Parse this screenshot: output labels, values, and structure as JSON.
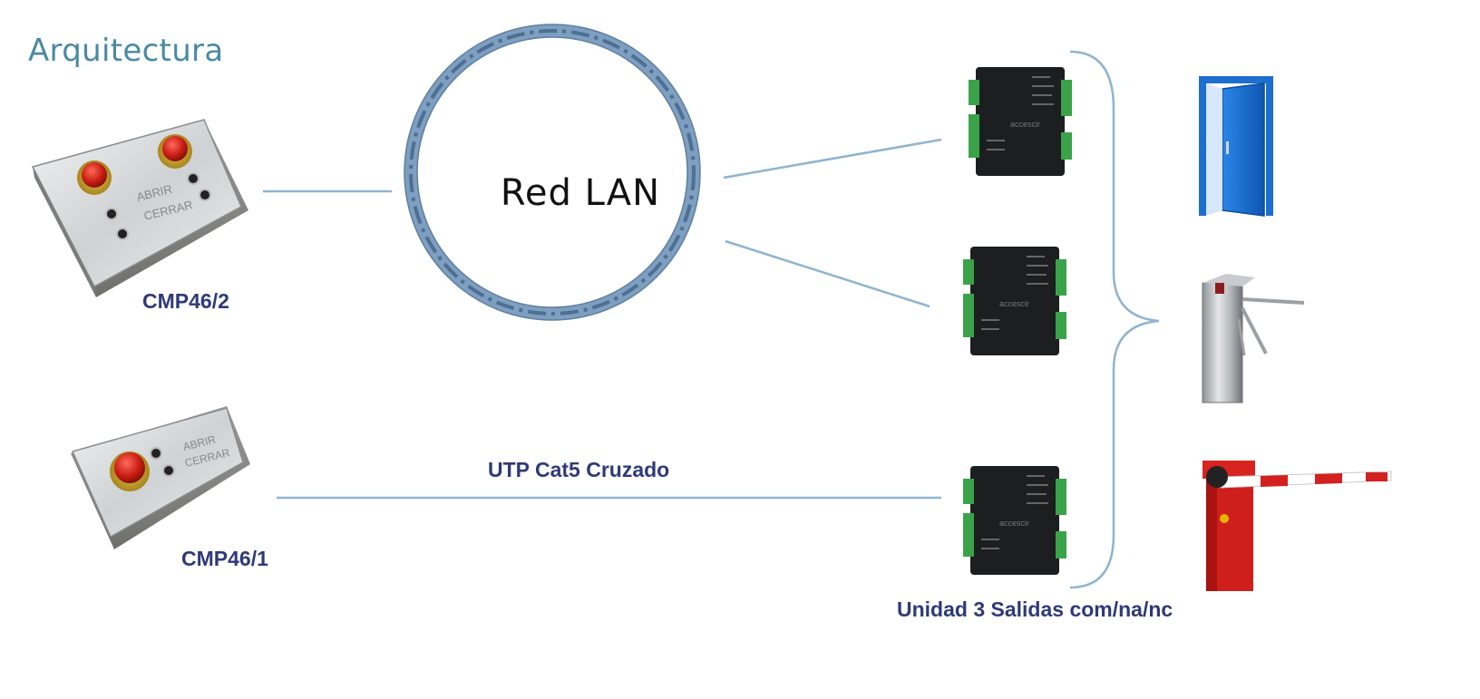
{
  "title": "Arquitectura",
  "network": {
    "label": "Red LAN"
  },
  "panels": [
    {
      "name": "CMP46/2",
      "button_labels": [
        "ABRIR",
        "CERRAR"
      ]
    },
    {
      "name": "CMP46/1",
      "button_labels": [
        "ABRIR",
        "CERRAR"
      ]
    }
  ],
  "cable_label": "UTP Cat5 Cruzado",
  "controller_unit": {
    "label": "Unidad 3 Salidas com/na/nc",
    "brand": "accescir"
  },
  "outputs": [
    "door",
    "turnstile",
    "barrier-gate"
  ],
  "colors": {
    "title": "#4a8aa3",
    "label": "#2f3a78",
    "line": "#8fb4cf",
    "ring": "#7e9fc0",
    "door": "#1f74d6",
    "barrier": "#d2211e"
  }
}
